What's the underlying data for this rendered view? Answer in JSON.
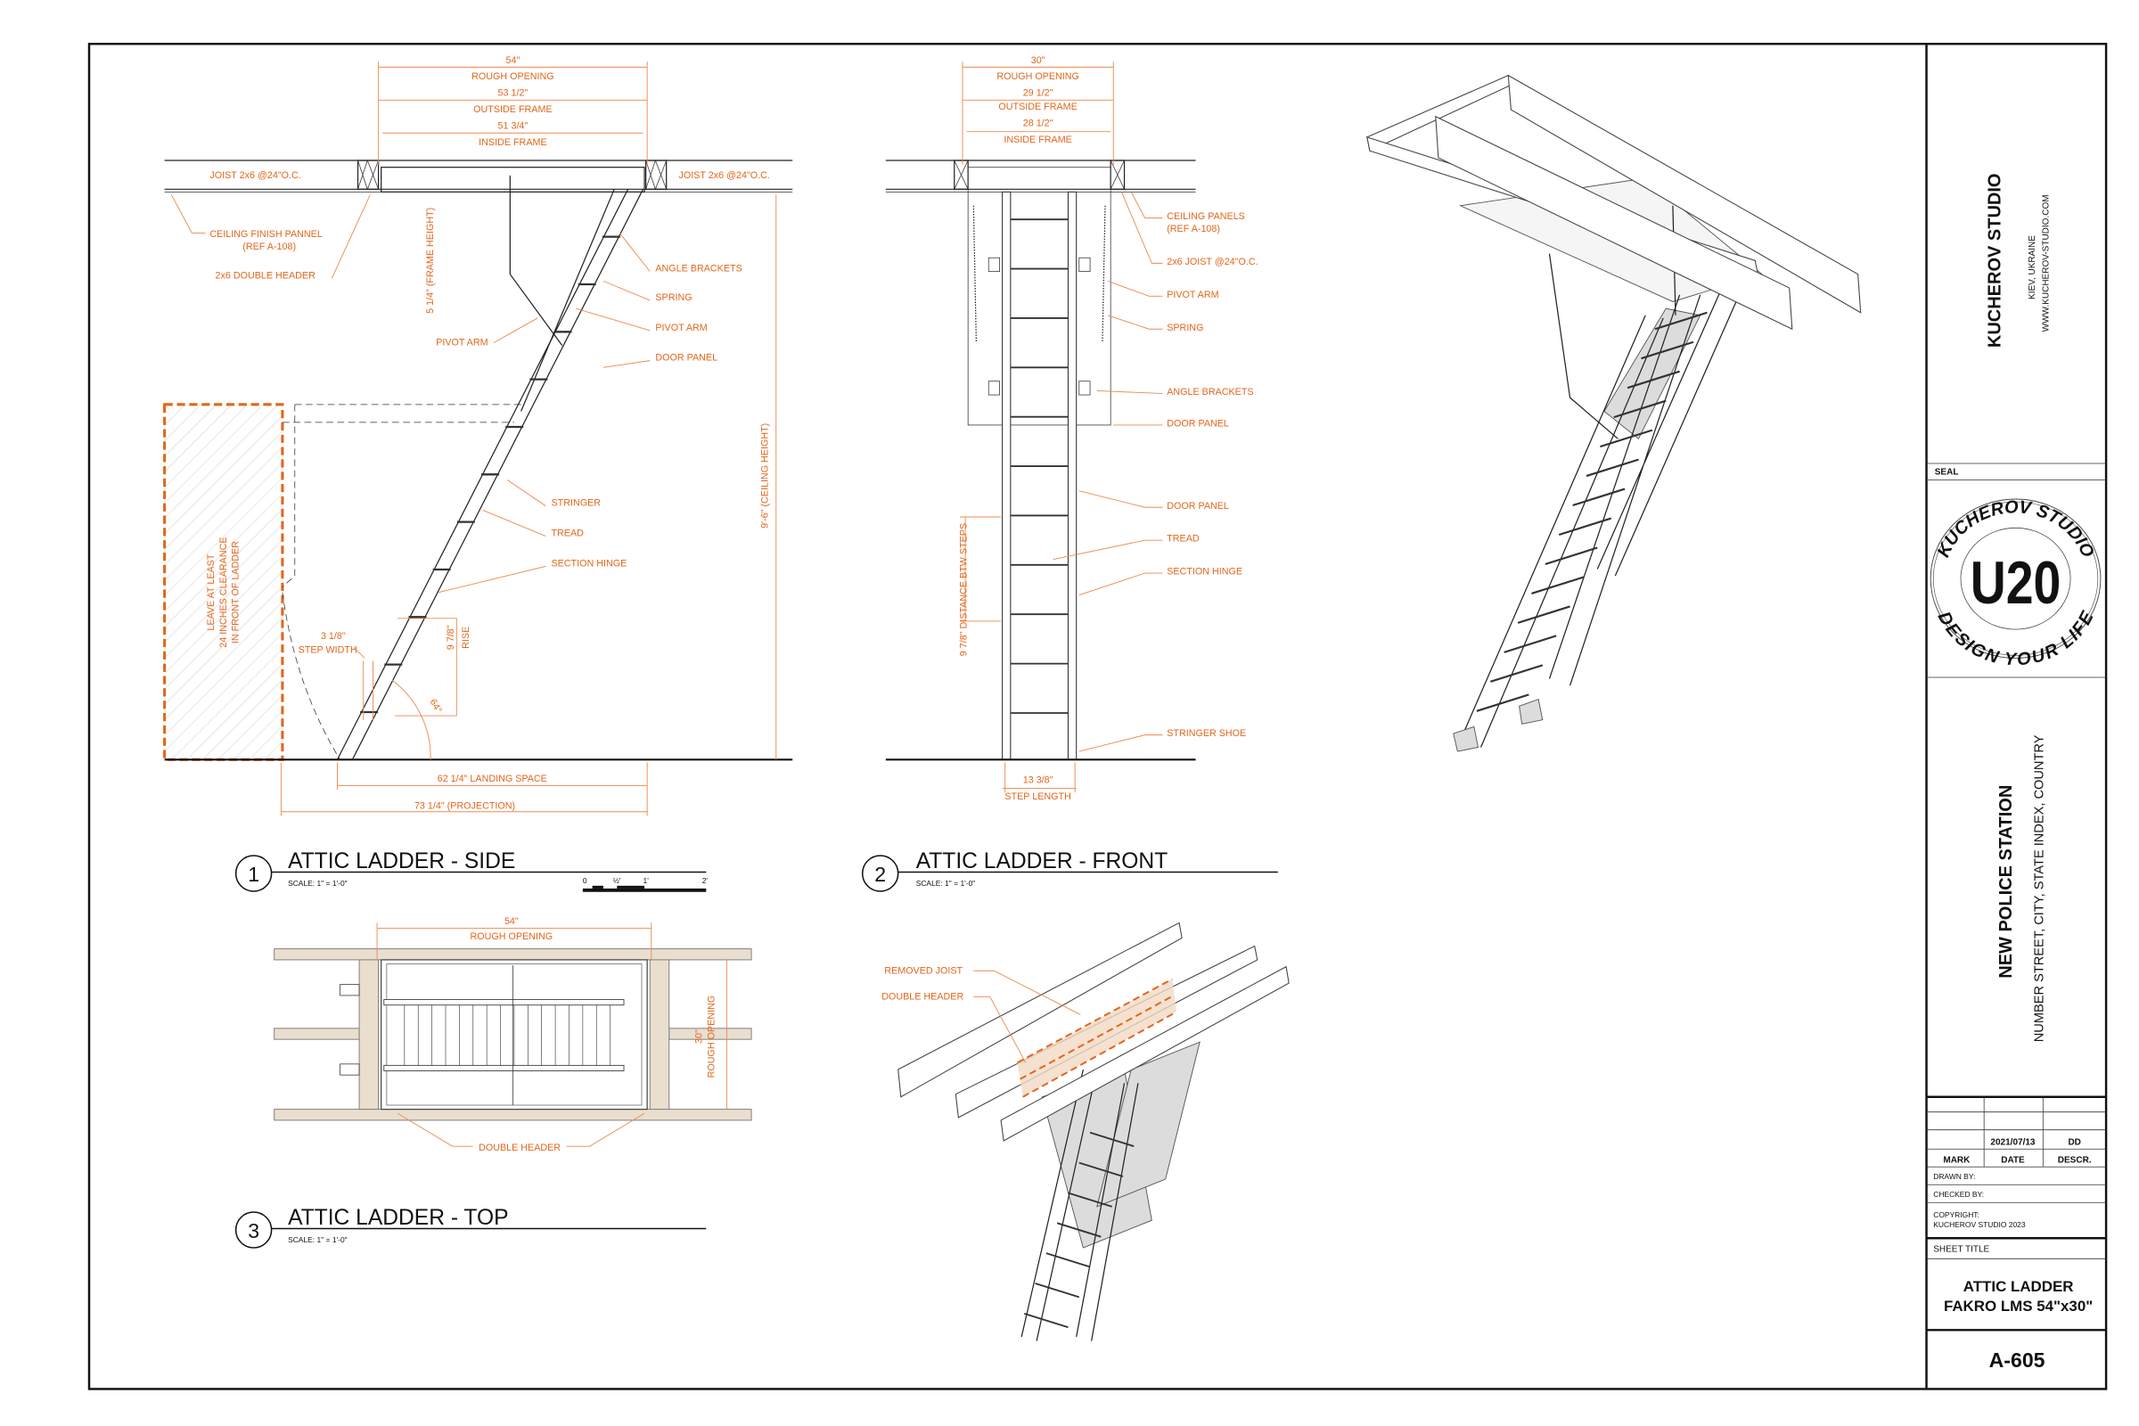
{
  "colors": {
    "annotation": "#e2661c",
    "line": "#222222",
    "framing": "#eadfcf"
  },
  "side_view": {
    "dims": {
      "rough_opening_value": "54\"",
      "rough_opening_label": "ROUGH OPENING",
      "outside_frame_value": "53 1/2\"",
      "outside_frame_label": "OUTSIDE FRAME",
      "inside_frame_value": "51 3/4\"",
      "inside_frame_label": "INSIDE FRAME",
      "frame_height": "5 1/4\" (FRAME HEIGHT)",
      "ceiling_height": "9'-6\" (CEILING HEIGHT)",
      "step_width_value": "3 1/8\"",
      "step_width_label": "STEP WIDTH",
      "rise_value": "9 7/8\"",
      "rise_label": "RISE",
      "angle": "64°",
      "landing_space": "62 1/4\" LANDING SPACE",
      "projection": "73 1/4\" (PROJECTION)"
    },
    "labels": {
      "joist_left": "JOIST 2x6 @24\"O.C.",
      "joist_right": "JOIST 2x6 @24\"O.C.",
      "ceiling_finish": "CEILING FINISH PANNEL",
      "ceiling_finish_ref": "(REF A-108)",
      "double_header": "2x6 DOUBLE HEADER",
      "pivot_arm_left": "PIVOT ARM",
      "angle_brackets": "ANGLE BRACKETS",
      "spring": "SPRING",
      "pivot_arm_right": "PIVOT ARM",
      "door_panel": "DOOR PANEL",
      "stringer": "STRINGER",
      "tread": "TREAD",
      "section_hinge": "SECTION HINGE",
      "clearance_1": "LEAVE AT LEAST",
      "clearance_2": "24 INCHES CLEARANCE",
      "clearance_3": "IN FRONT OF LADDER"
    },
    "title_number": "1",
    "title": "ATTIC LADDER - SIDE",
    "scale": "SCALE:   1\" = 1'-0\"",
    "scale_bar_ticks": [
      "0",
      "½'",
      "1'",
      "2'"
    ]
  },
  "front_view": {
    "dims": {
      "rough_opening_value": "30\"",
      "rough_opening_label": "ROUGH OPENING",
      "outside_frame_value": "29 1/2\"",
      "outside_frame_label": "OUTSIDE FRAME",
      "inside_frame_value": "28 1/2\"",
      "inside_frame_label": "INSIDE FRAME",
      "step_distance": "9 7/8\" DISTANCE BTW STEPS",
      "step_length_value": "13 3/8\"",
      "step_length_label": "STEP LENGTH"
    },
    "labels": {
      "ceiling_panels": "CEILING PANELS",
      "ceiling_panels_ref": "(REF A-108)",
      "joist": "2x6 JOIST @24\"O.C.",
      "pivot_arm": "PIVOT ARM",
      "spring": "SPRING",
      "angle_brackets": "ANGLE BRACKETS",
      "door_panel_1": "DOOR PANEL",
      "door_panel_2": "DOOR PANEL",
      "tread": "TREAD",
      "section_hinge": "SECTION HINGE",
      "stringer_shoe": "STRINGER SHOE"
    },
    "title_number": "2",
    "title": "ATTIC LADDER - FRONT",
    "scale": "SCALE:   1\" = 1'-0\""
  },
  "top_view": {
    "dims": {
      "rough_opening_w_value": "54\"",
      "rough_opening_w_label": "ROUGH OPENING",
      "rough_opening_h_value": "30\"",
      "rough_opening_h_label": "ROUGH OPENING"
    },
    "labels": {
      "double_header": "DOUBLE HEADER"
    },
    "title_number": "3",
    "title": "ATTIC LADDER - TOP",
    "scale": "SCALE:   1\" = 1'-0\""
  },
  "iso_view": {
    "labels": {
      "removed_joist": "REMOVED JOIST",
      "double_header": "DOUBLE HEADER"
    }
  },
  "title_block": {
    "studio_name": "KUCHEROV STUDIO",
    "studio_city": "KIEV, UKRAINE",
    "studio_web": "WWW.KUCHEROV-STUDIO.COM",
    "seal_label": "SEAL",
    "seal": {
      "top": "KUCHEROV STUDIO",
      "center": "U20",
      "bottom": "DESIGN YOUR LIFE"
    },
    "project_name": "NEW POLICE STATION",
    "project_address": "NUMBER STREET, CITY, STATE INDEX, COUNTRY",
    "revision": {
      "mark": "",
      "date": "2021/07/13",
      "descr": "DD"
    },
    "rev_headers": {
      "mark": "MARK",
      "date": "DATE",
      "descr": "DESCR."
    },
    "drawn_by": "DRAWN BY:",
    "checked_by": "CHECKED BY:",
    "copyright_label": "COPYRIGHT:",
    "copyright_value": "KUCHEROV STUDIO 2023",
    "sheet_title_label": "SHEET TITLE",
    "sheet_title_1": "ATTIC LADDER",
    "sheet_title_2": "FAKRO LMS 54\"x30\"",
    "sheet_number": "A-605"
  }
}
